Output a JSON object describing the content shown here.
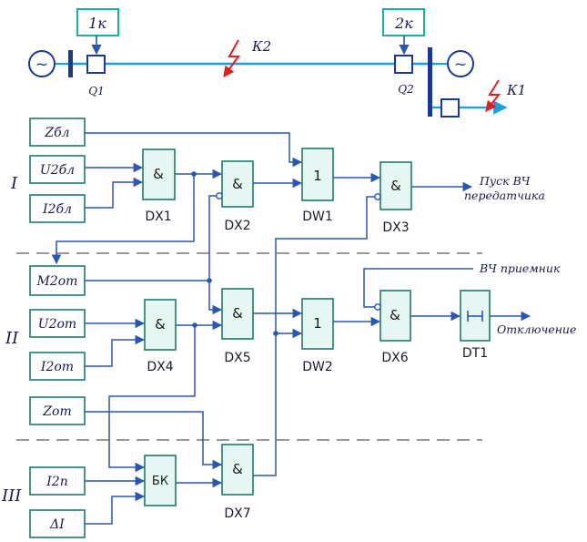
{
  "network": {
    "protection_1_label": "1к",
    "protection_2_label": "2к",
    "breaker_1_label": "Q1",
    "breaker_2_label": "Q2",
    "fault_k2_label": "К2",
    "fault_k1_label": "К1",
    "generator_symbol": "~"
  },
  "inputs": {
    "z_bl": "Zбл",
    "u2_bl": "U2бл",
    "i2_bl": "I2бл",
    "m2_ot": "M2от",
    "u2_ot": "U2от",
    "i2_ot": "I2от",
    "z_ot": "Zот",
    "i2_p": "I2п",
    "delta_i": "ΔI"
  },
  "gates": {
    "and_symbol": "&",
    "or_symbol": "1",
    "bk_symbol": "БК",
    "dx1": "DX1",
    "dx2": "DX2",
    "dx3": "DX3",
    "dx4": "DX4",
    "dx5": "DX5",
    "dx6": "DX6",
    "dx7": "DX7",
    "dw1": "DW1",
    "dw2": "DW2",
    "dt1": "DT1"
  },
  "outputs": {
    "hf_transmitter_line1": "Пуск ВЧ",
    "hf_transmitter_line2": "передатчика",
    "hf_receiver": "ВЧ приемник",
    "trip": "Отключение"
  },
  "zones": {
    "zone_1": "I",
    "zone_2": "II",
    "zone_3": "III"
  },
  "colors": {
    "wire": "#2a56b0",
    "block": "#1f7a6a",
    "block_fill": "#e6f6f2",
    "line_main": "#1aa0e0",
    "busbar": "#1b3a8c",
    "fault": "#e02020",
    "text": "#1a1a4a"
  }
}
